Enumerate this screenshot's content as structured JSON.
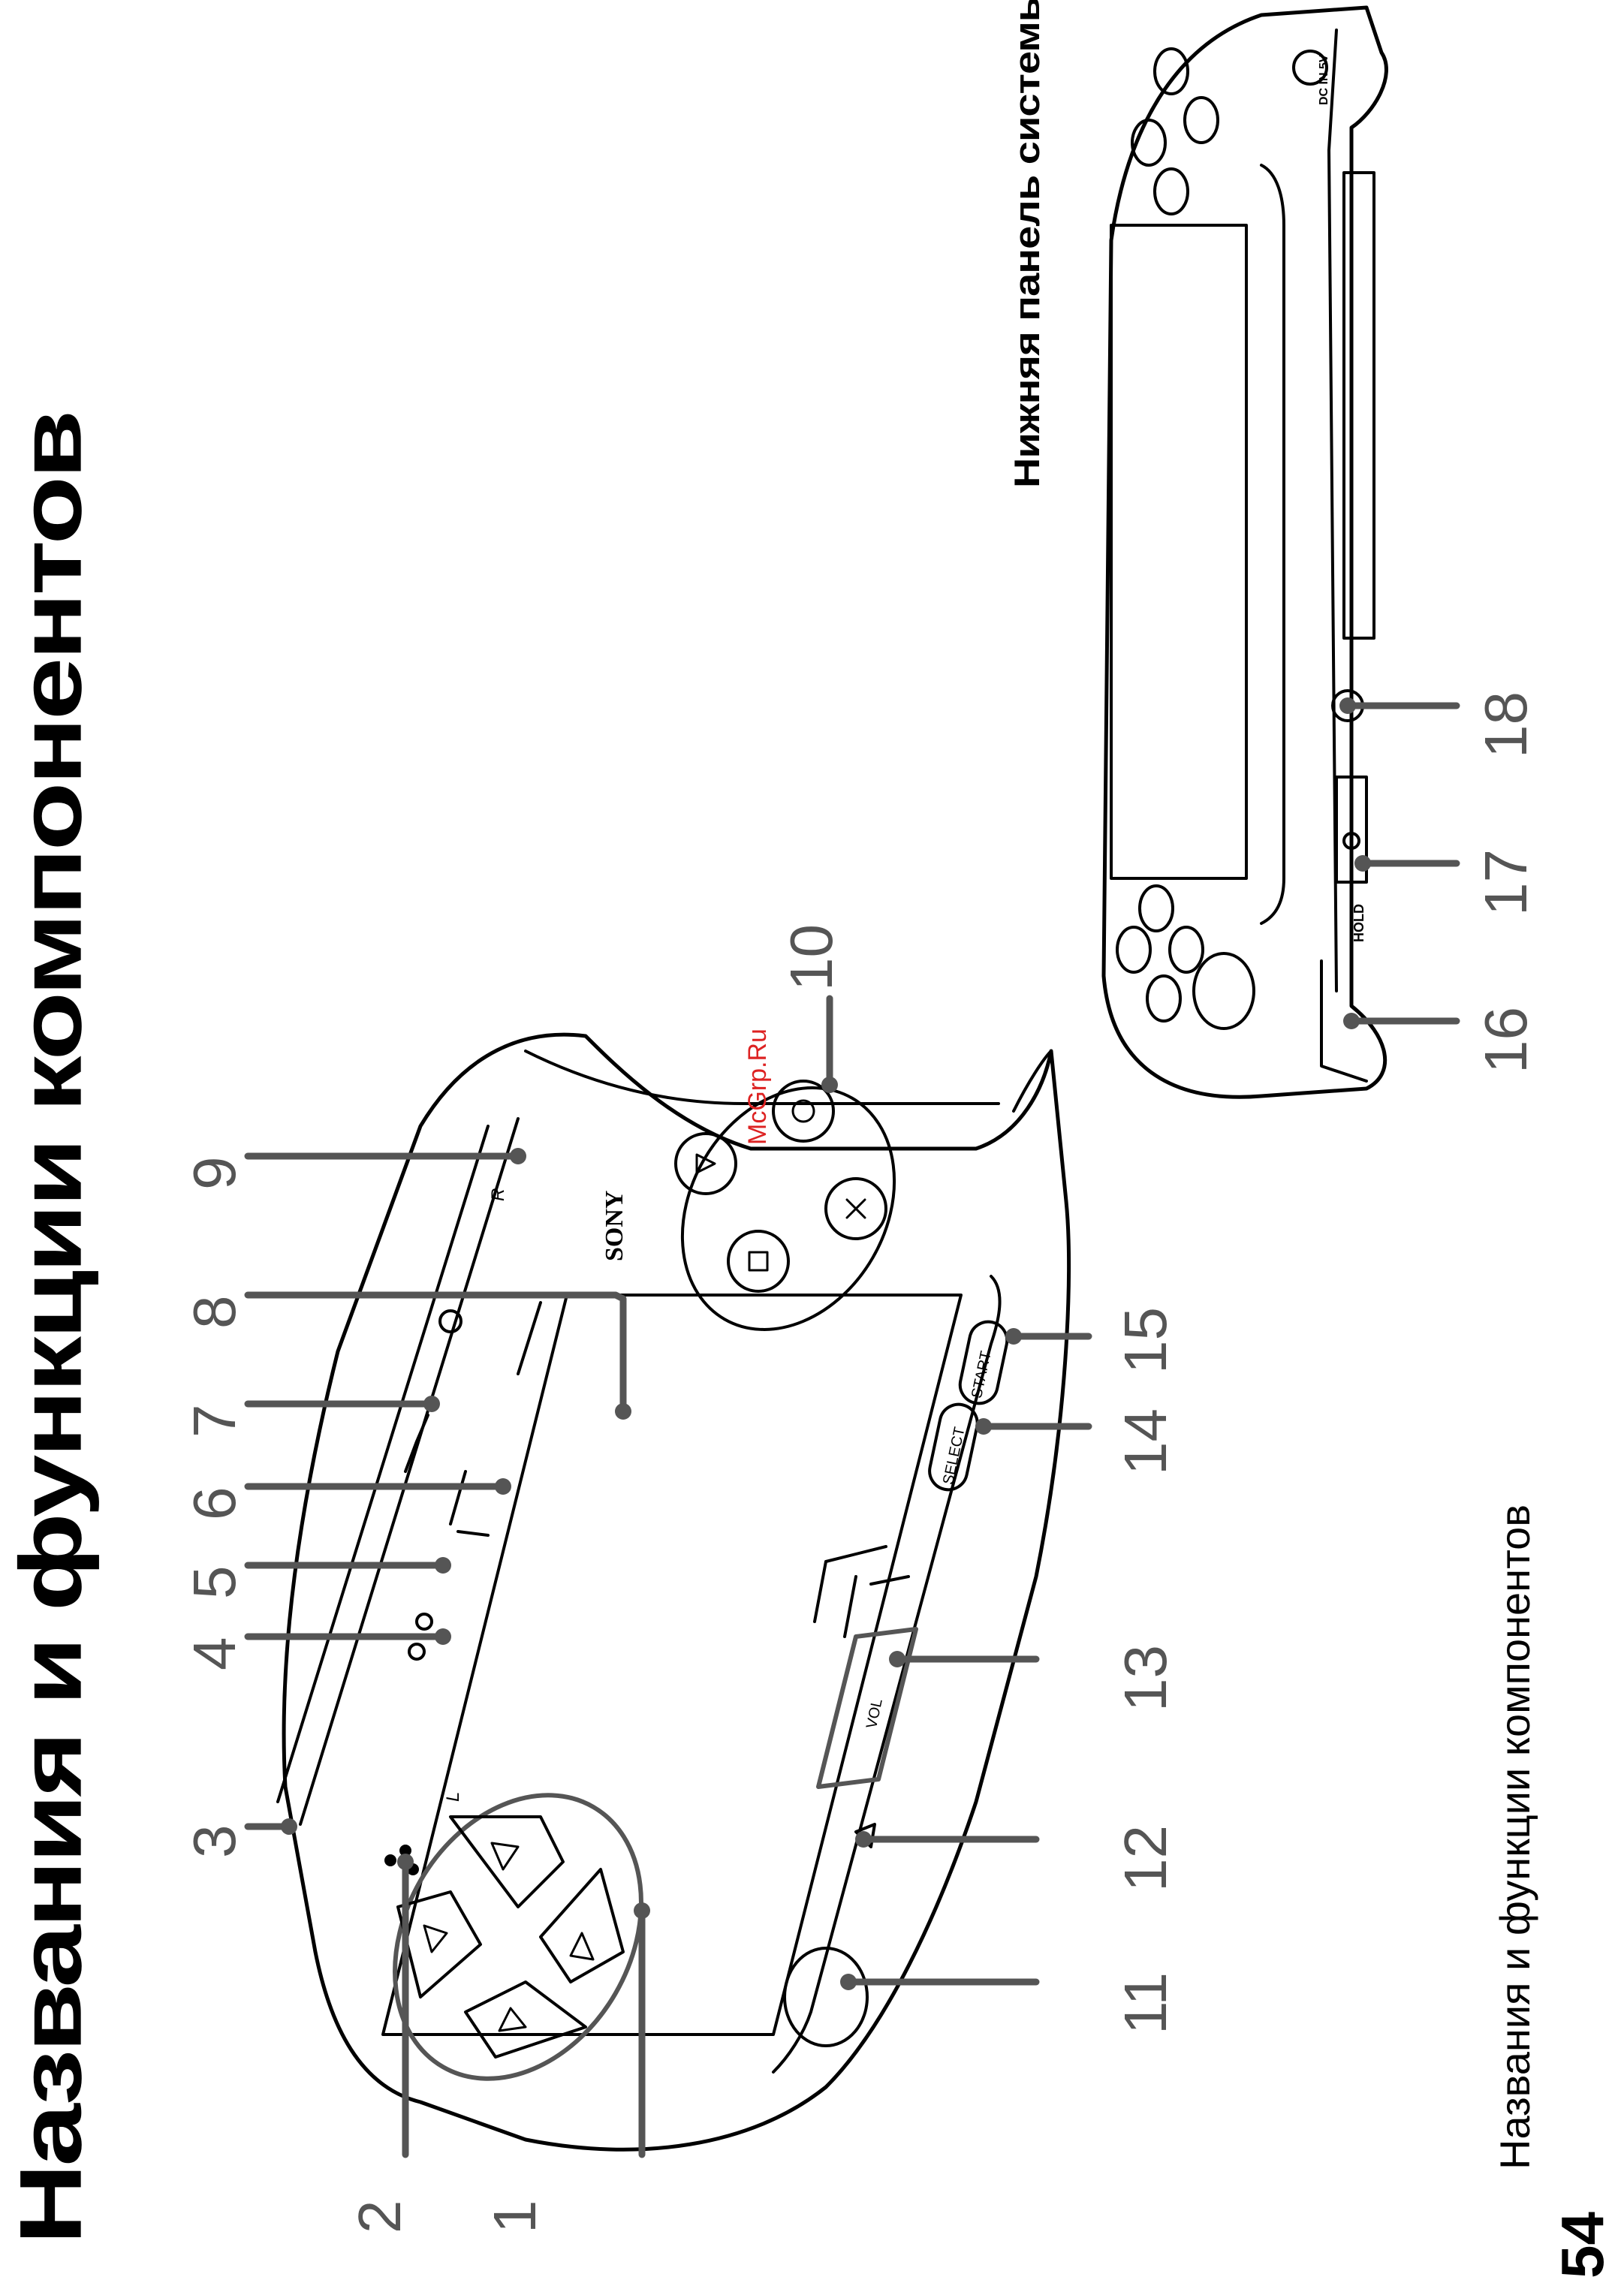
{
  "page": {
    "title": "Названия и функции компонентов",
    "bottom_view_label": "Нижняя панель системы",
    "page_number": "54",
    "footer": "Названия и функции компонентов",
    "watermark": "McGrp.Ru"
  },
  "device": {
    "brand": "SONY",
    "select_label": "SELECT",
    "start_label": "START",
    "vol_label": "VOL",
    "hold_label": "HOLD",
    "dc_label": "DC IN 5V",
    "l_label": "L",
    "r_label": "R"
  },
  "callouts": {
    "c1": "1",
    "c2": "2",
    "c3": "3",
    "c4": "4",
    "c5": "5",
    "c6": "6",
    "c7": "7",
    "c8": "8",
    "c9": "9",
    "c10": "10",
    "c11": "11",
    "c12": "12",
    "c13": "13",
    "c14": "14",
    "c15": "15",
    "c16": "16",
    "c17": "17",
    "c18": "18"
  }
}
